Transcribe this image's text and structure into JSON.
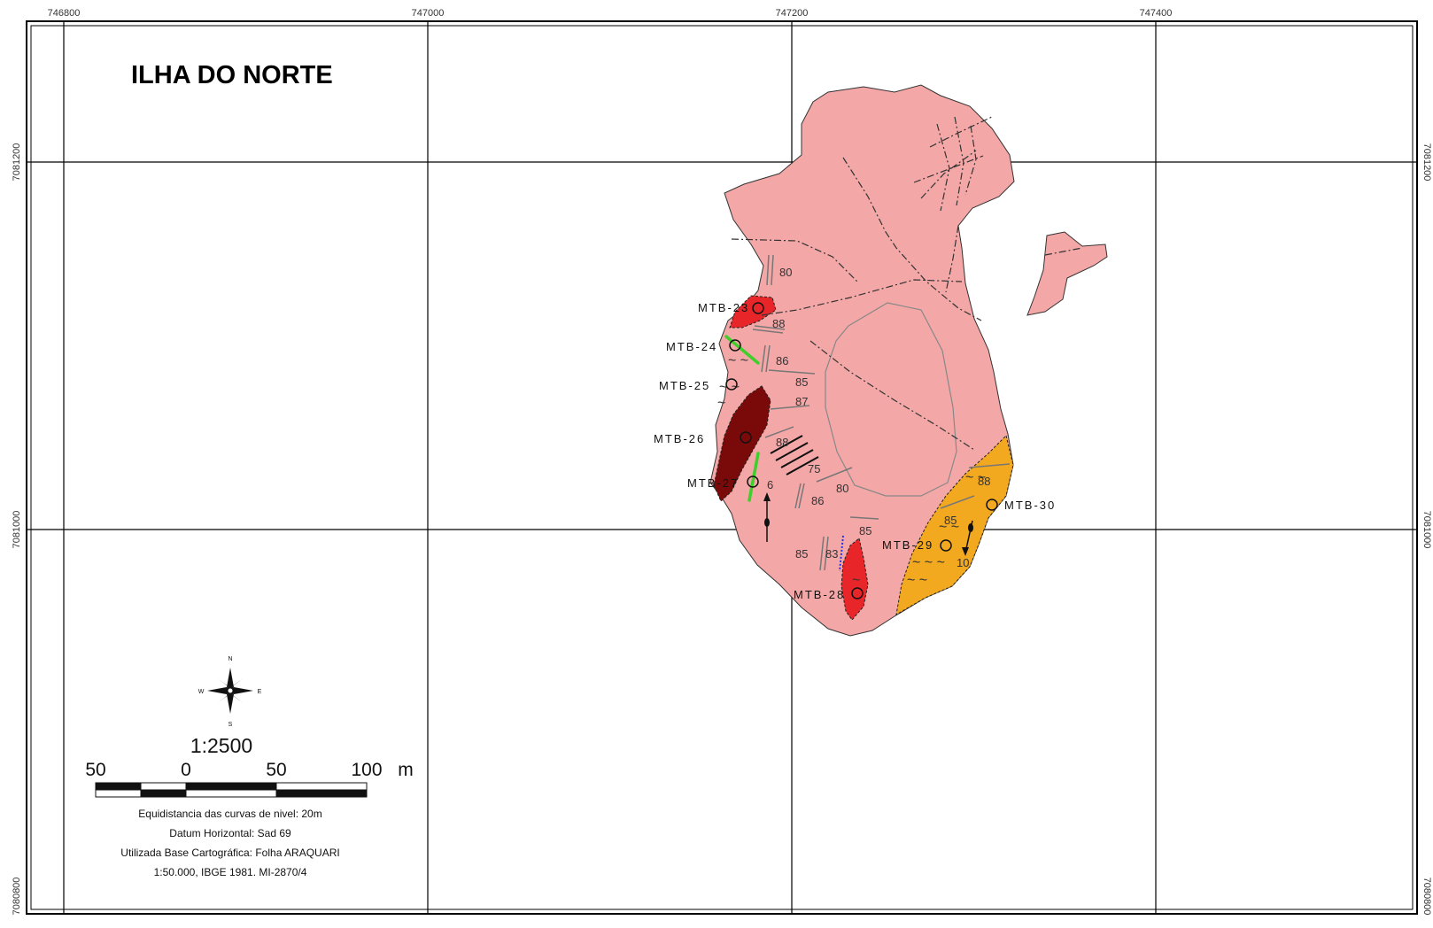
{
  "title": "ILHA DO NORTE",
  "grid": {
    "x_labels": [
      "746800",
      "747000",
      "747200",
      "747400"
    ],
    "y_labels": [
      "7081200",
      "7081000",
      "7080800"
    ]
  },
  "samples": [
    "MTB-23",
    "MTB-24",
    "MTB-25",
    "MTB-26",
    "MTB-27",
    "MTB-28",
    "MTB-29",
    "MTB-30"
  ],
  "dips": [
    "80",
    "88",
    "86",
    "85",
    "87",
    "88",
    "75",
    "80",
    "86",
    "6",
    "85",
    "85",
    "83",
    "85",
    "88",
    "10"
  ],
  "compass": {
    "n": "N",
    "s": "S",
    "e": "E",
    "w": "W"
  },
  "scale": {
    "ratio": "1:2500",
    "ticks": [
      "50",
      "0",
      "50",
      "100"
    ],
    "unit": "m"
  },
  "notes": [
    "Equidistancia das curvas de nivel: 20m",
    "Datum Horizontal: Sad 69",
    "Utilizada Base Cartográfica: Folha ARAQUARI",
    "1:50.000, IBGE 1981. MI-2870/4"
  ],
  "colors": {
    "land": "#f4a7a7",
    "red_unit": "#e8262a",
    "dark_unit": "#7a0a0a",
    "orange_unit": "#f2a91f",
    "green_dike": "#3fcf2b",
    "grid": "#000000"
  }
}
